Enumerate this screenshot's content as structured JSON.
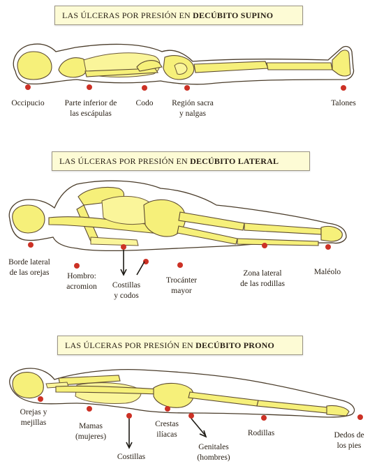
{
  "panels": {
    "supine": {
      "title_prefix": "LAS ÚLCERAS POR PRESIÓN EN",
      "title_bold": "DECÚBITO SUPINO",
      "labels": {
        "occiput": "Occipucio",
        "scapula_1": "Parte inferior de",
        "scapula_2": "las escápulas",
        "elbow": "Codo",
        "sacral_1": "Región sacra",
        "sacral_2": "y nalgas",
        "heels": "Talones"
      }
    },
    "lateral": {
      "title_prefix": "LAS ÚLCERAS POR PRESIÓN EN",
      "title_bold": "DECÚBITO LATERAL",
      "labels": {
        "ear_1": "Borde lateral",
        "ear_2": "de las orejas",
        "shoulder_1": "Hombro:",
        "shoulder_2": "acromion",
        "ribs_1": "Costillas",
        "ribs_2": "y codos",
        "trochanter_1": "Trocánter",
        "trochanter_2": "mayor",
        "knees_1": "Zona lateral",
        "knees_2": "de las rodillas",
        "malleolus": "Maléolo"
      }
    },
    "prone": {
      "title_prefix": "LAS ÚLCERAS POR PRESIÓN EN",
      "title_bold": "DECÚBITO PRONO",
      "labels": {
        "ears_1": "Orejas y",
        "ears_2": "mejillas",
        "breasts_1": "Mamas",
        "breasts_2": "(mujeres)",
        "ribs": "Costillas",
        "iliac_1": "Crestas",
        "iliac_2": "ilíacas",
        "genitals_1": "Genitales",
        "genitals_2": "(hombres)",
        "knees": "Rodillas",
        "toes_1": "Dedos de",
        "toes_2": "los pies"
      }
    }
  },
  "colors": {
    "pressure_point": "#cc3125",
    "bone_fill": "#f6f07a",
    "banner_fill": "#fdfbd5"
  }
}
